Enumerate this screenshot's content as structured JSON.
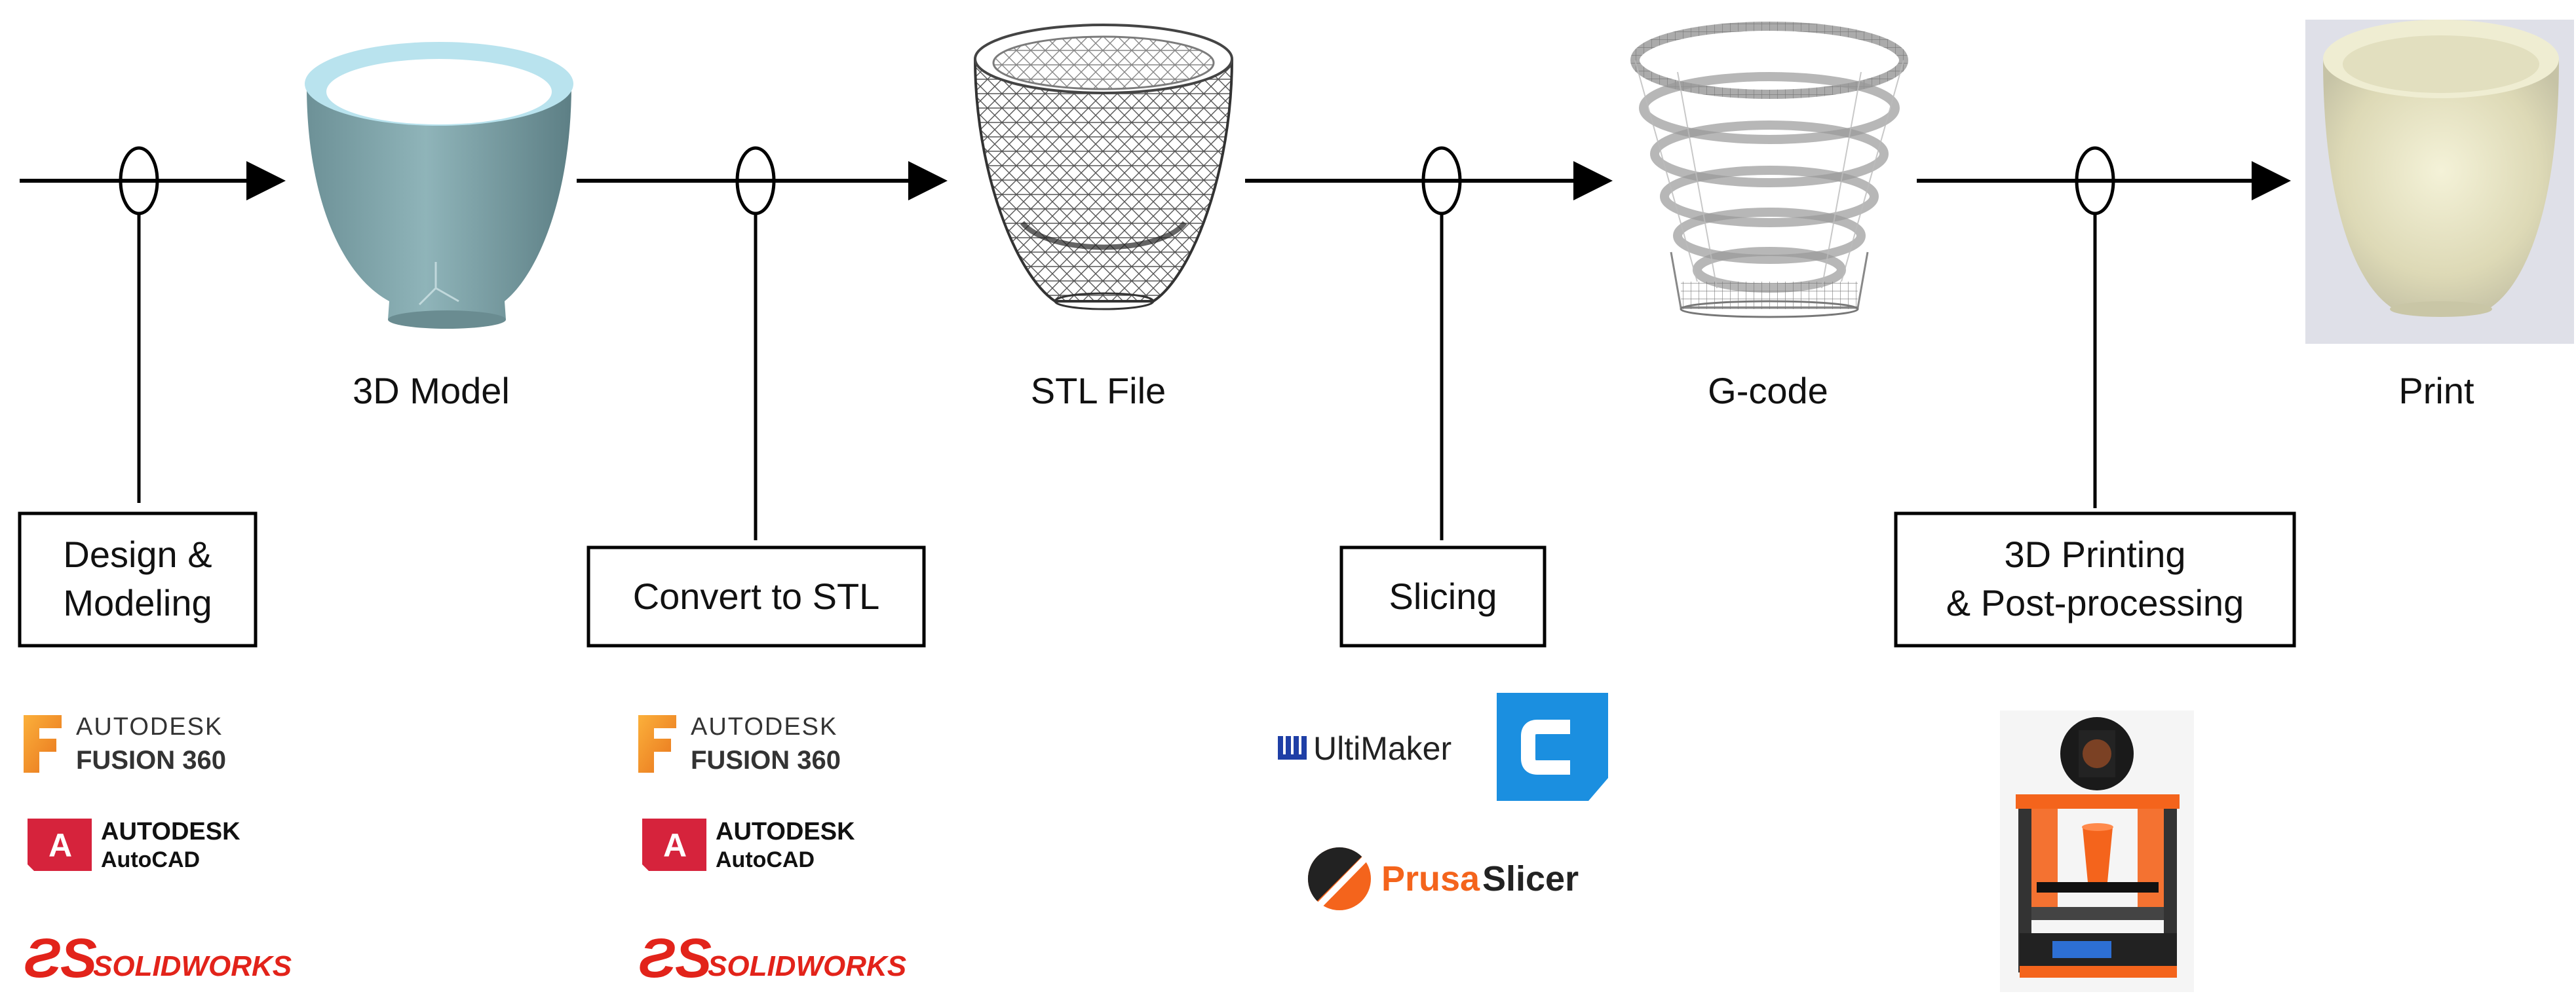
{
  "stages": [
    {
      "label": "3D Model"
    },
    {
      "label": "STL File"
    },
    {
      "label": "G-code"
    },
    {
      "label": "Print"
    }
  ],
  "processes": [
    {
      "lines": [
        "Design &",
        "Modeling"
      ]
    },
    {
      "lines": [
        "Convert to STL"
      ]
    },
    {
      "lines": [
        "Slicing"
      ]
    },
    {
      "lines": [
        "3D Printing",
        "& Post-processing"
      ]
    }
  ],
  "tools": {
    "fusion_brand": "AUTODESK",
    "fusion_product": "FUSION 360",
    "autocad_brand": "AUTODESK",
    "autocad_product": "AutoCAD",
    "solidworks": "SOLIDWORKS",
    "ultimaker": "UltiMaker",
    "prusa_a": "Prusa",
    "prusa_b": "Slicer"
  },
  "colors": {
    "line": "#000000",
    "model_teal": "#7fa3a8",
    "model_rim": "#b9e3ee",
    "fusion_orange": "#f39a1e",
    "autocad_red": "#d6233c",
    "solidworks_red": "#e2231a",
    "ultimaker_blue": "#1f3fa6",
    "cura_blue": "#1b8fe0",
    "prusa_orange": "#f4641c"
  }
}
